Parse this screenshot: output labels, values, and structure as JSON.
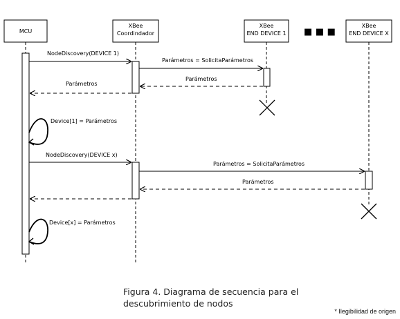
{
  "participants": [
    {
      "id": "mcu",
      "line1": "",
      "line2": "MCU"
    },
    {
      "id": "coord",
      "line1": "XBee",
      "line2": "Coordindador"
    },
    {
      "id": "end1",
      "line1": "XBee",
      "line2": "END DEVICE 1"
    },
    {
      "id": "endx",
      "line1": "XBee",
      "line2": "END DEVICE X"
    }
  ],
  "ellipsis": "■ ■ ■",
  "messages": {
    "m1": "NodeDiscovery(DEVICE 1)",
    "m2": "Parámetros = SolicitaParámetros",
    "m3": "Parámetros",
    "m4": "Parámetros",
    "m5": "Device[1] = Parámetros",
    "m6": "NodeDiscovery(DEVICE x)",
    "m7": "Parámetros = SolicitaParámetros",
    "m8": "Parámetros",
    "m9": "Device[x] = Parámetros"
  },
  "caption": {
    "line1": "Figura 4.  Diagrama de secuencia para el",
    "line2": "descubrimiento de nodos"
  },
  "note": "* Ilegibilidad de origen"
}
